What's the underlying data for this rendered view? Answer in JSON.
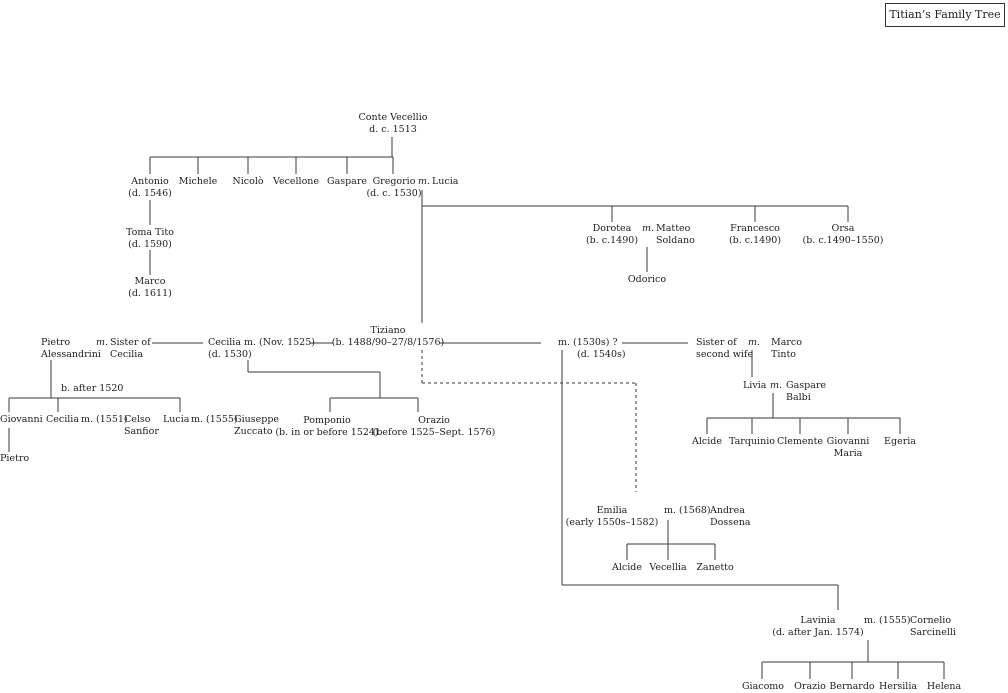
{
  "title": "Titian’s Family Tree",
  "people": {
    "conte": [
      "Conte Vecellio",
      "d. c. 1513"
    ],
    "antonio": [
      "Antonio",
      "(d. 1546)"
    ],
    "michele": [
      "Michele"
    ],
    "nicolo": [
      "Nicolò"
    ],
    "vecellone": [
      "Vecellone"
    ],
    "gaspare": [
      "Gaspare"
    ],
    "gregorio": [
      "Gregorio",
      "(d. c. 1530)"
    ],
    "m_gregorio": "m.",
    "lucia_mother": [
      "Lucia"
    ],
    "toma_tito": [
      "Toma Tito",
      "(d. 1590)"
    ],
    "marco_1611": [
      "Marco",
      "(d. 1611)"
    ],
    "dorotea": [
      "Dorotea",
      "(b. c.1490)"
    ],
    "m_dorotea": "m.",
    "matteo": [
      "Matteo",
      "Soldano"
    ],
    "odorico": [
      "Odorico"
    ],
    "francesco": [
      "Francesco",
      "(b. c.1490)"
    ],
    "orsa": [
      "Orsa",
      "(b. c.1490–1550)"
    ],
    "pietro_a": [
      "Pietro",
      "Alessandrini"
    ],
    "m_pietro": "m.",
    "sister_cecilia": [
      "Sister of",
      "Cecilia"
    ],
    "cecilia_wife": [
      "Cecilia",
      "(d. 1530)"
    ],
    "m_cecilia": "m. (Nov. 1525)",
    "tiziano": [
      "Tiziano",
      "(b. 1488/90–27/8/1576)"
    ],
    "m_second": "m.  (1530s)  ?",
    "second_wife": [
      "(d. 1540s)"
    ],
    "sister_second": [
      "Sister of",
      "second wife"
    ],
    "m_sister": "m.",
    "marco_tinto": [
      "Marco",
      "Tinto"
    ],
    "b_after": "b. after 1520",
    "giovanni": [
      "Giovanni"
    ],
    "pietro_jr": [
      "Pietro"
    ],
    "cecilia_jr": [
      "Cecilia"
    ],
    "m_cecilia_jr": "m. (1551)",
    "celso": [
      "Celso",
      "Sanfior"
    ],
    "lucia_jr": [
      "Lucia"
    ],
    "m_lucia_jr": "m. (1555)",
    "giuseppe": [
      "Giuseppe",
      "Zuccato"
    ],
    "pomponio": [
      "Pomponio",
      "(b. in or before 1524)"
    ],
    "orazio": [
      "Orazio",
      "(before 1525–Sept. 1576)"
    ],
    "livia": [
      "Livia"
    ],
    "m_livia": "m.",
    "gaspare_balbi": [
      "Gaspare",
      "Balbi"
    ],
    "alcide_b": [
      "Alcide"
    ],
    "tarquinio": [
      "Tarquinio"
    ],
    "clemente": [
      "Clemente"
    ],
    "giovanni_maria": [
      "Giovanni",
      "Maria"
    ],
    "egeria": [
      "Egeria"
    ],
    "emilia": [
      "Emilia",
      "(early 1550s–1582)"
    ],
    "m_emilia": "m. (1568)",
    "andrea": [
      "Andrea",
      "Dossena"
    ],
    "alcide_d": [
      "Alcide"
    ],
    "vecellia": [
      "Vecellia"
    ],
    "zanetto": [
      "Zanetto"
    ],
    "lavinia": [
      "Lavinia",
      "(d. after Jan. 1574)"
    ],
    "m_lavinia": "m.   (1555)",
    "cornelio": [
      "Cornelio",
      "Sarcinelli"
    ],
    "giacomo": [
      "Giacomo"
    ],
    "orazio_s": [
      "Orazio"
    ],
    "bernardo": [
      "Bernardo"
    ],
    "hersilia": [
      "Hersilia"
    ],
    "helena": [
      "Helena"
    ]
  }
}
